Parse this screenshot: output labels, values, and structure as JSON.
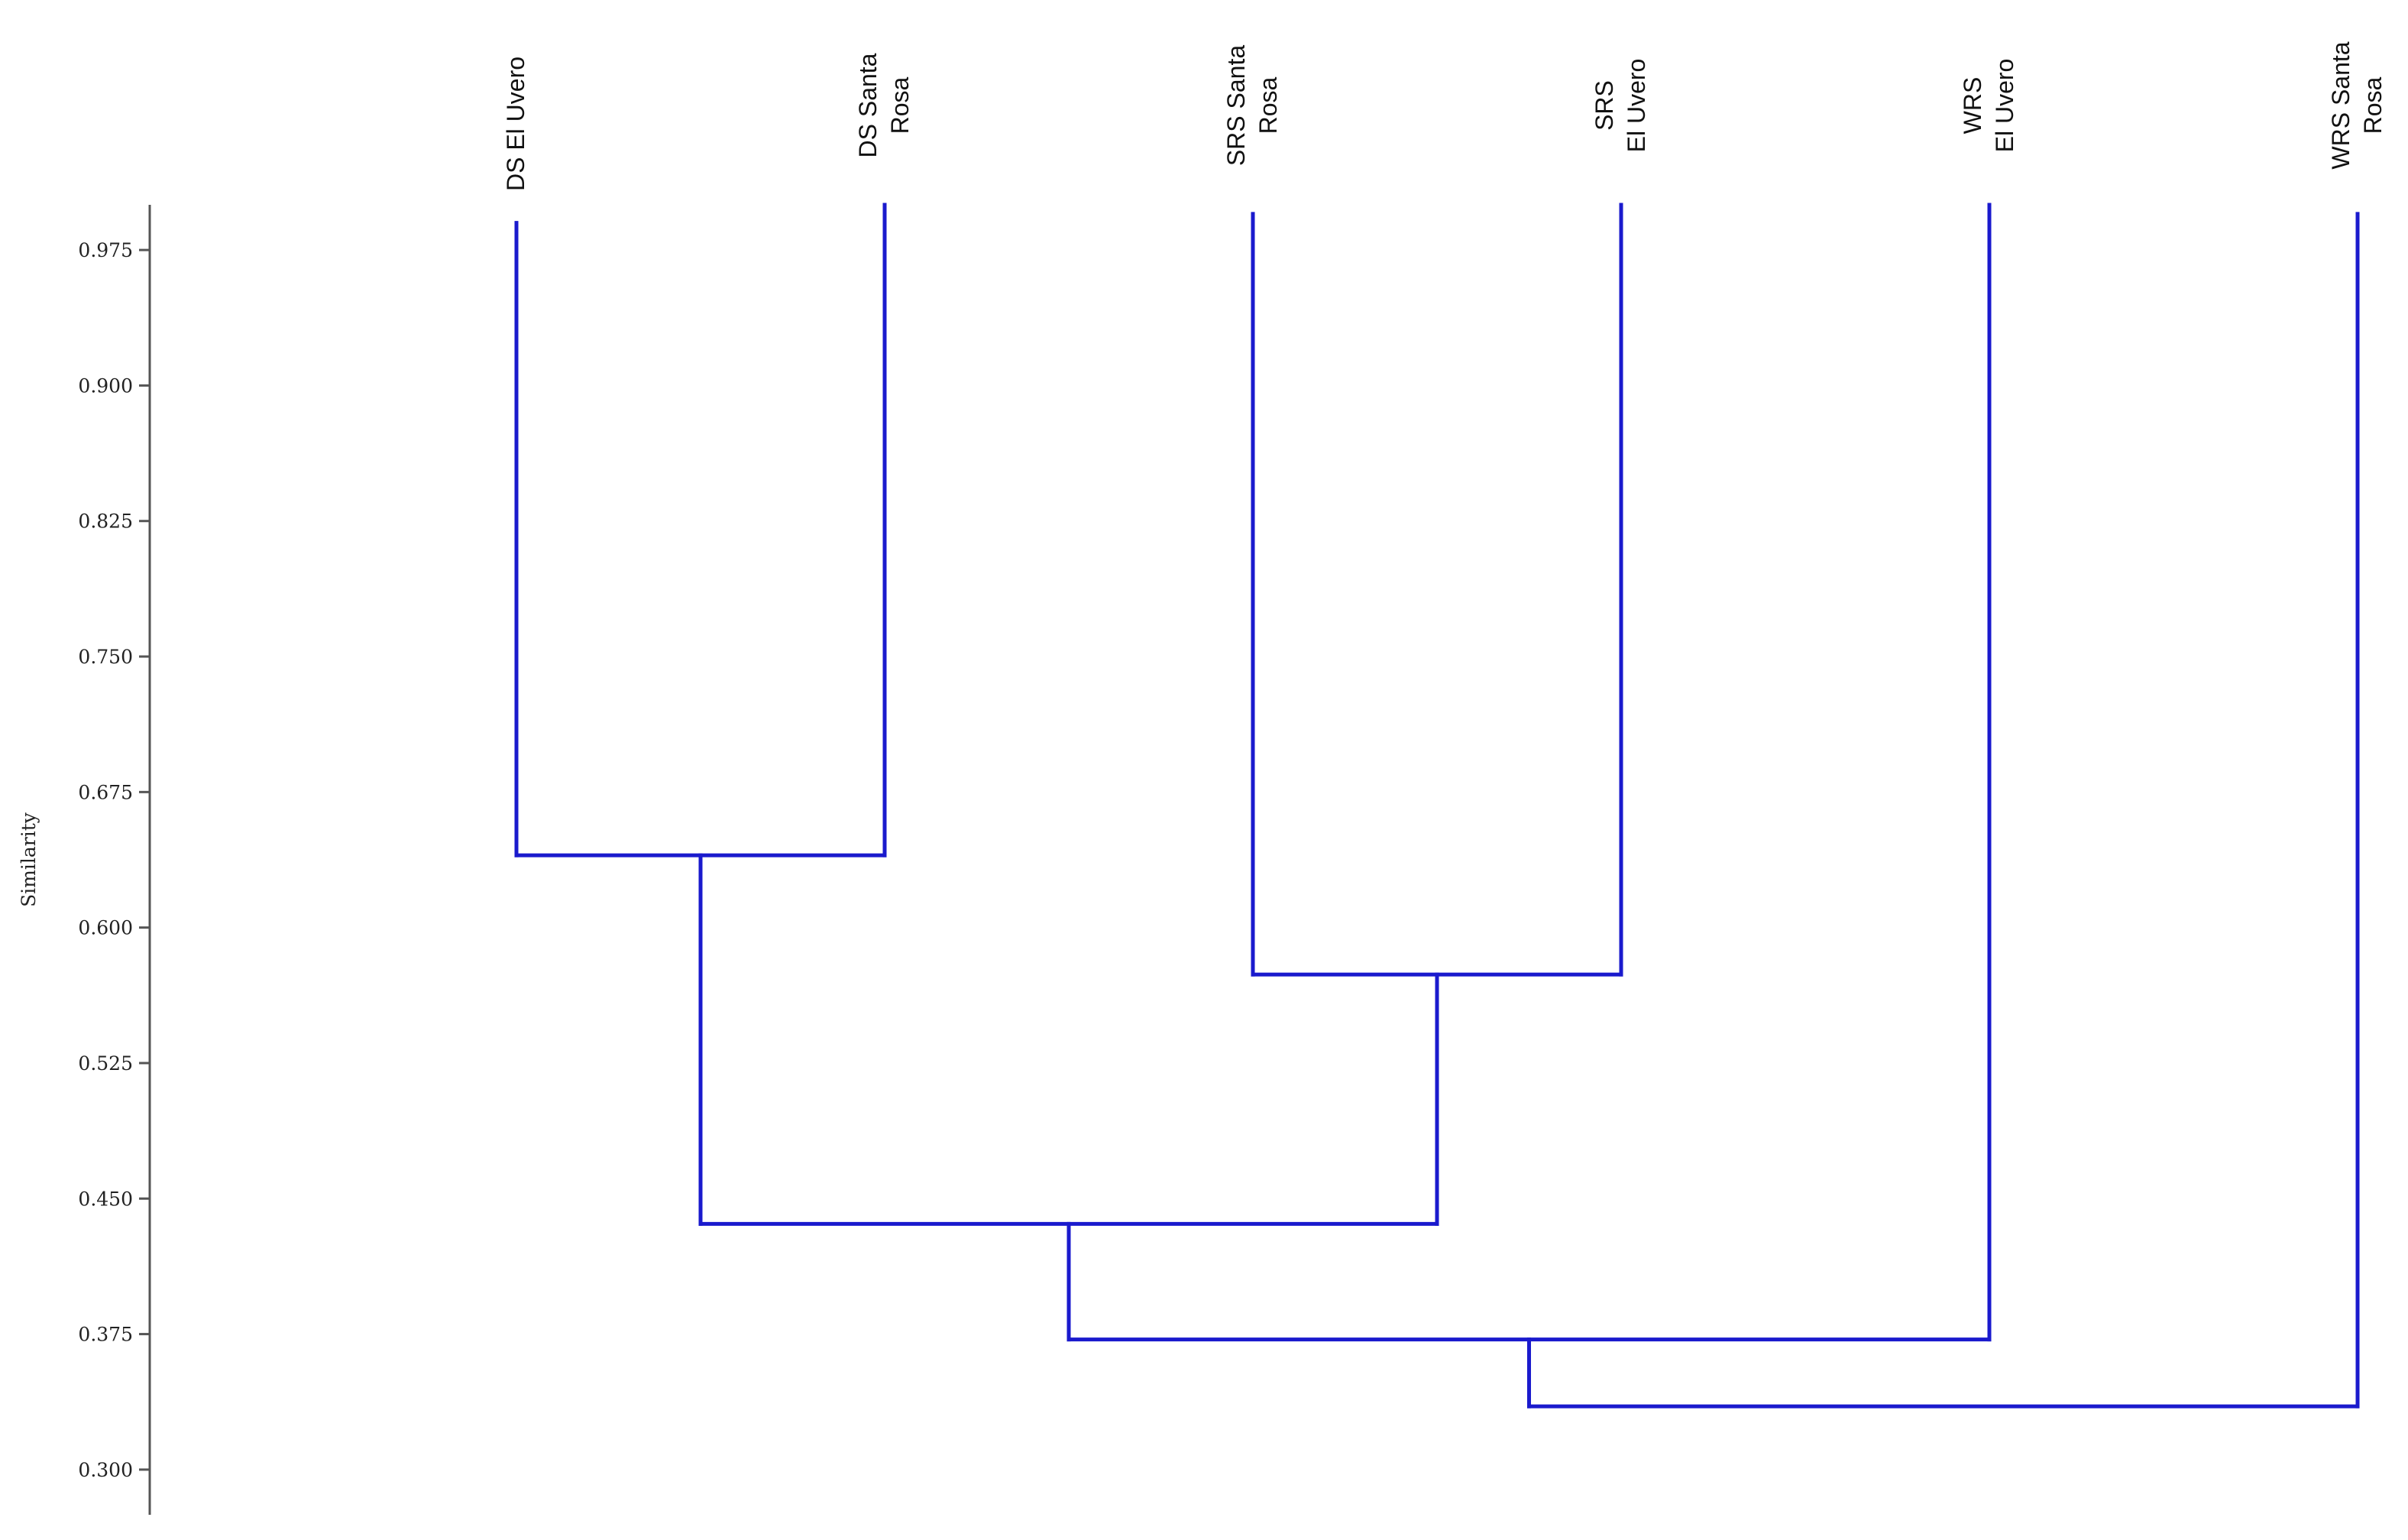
{
  "chart_data": {
    "type": "dendrogram",
    "ylabel": "Similarity",
    "ylim": [
      0.275,
      1.0
    ],
    "yticks": [
      "0.975",
      "0.900",
      "0.825",
      "0.750",
      "0.675",
      "0.600",
      "0.525",
      "0.450",
      "0.375",
      "0.300"
    ],
    "grid": false,
    "leaves": [
      {
        "id": "ds-el-uvero",
        "label_lines": [
          "DS El Uvero"
        ],
        "top": 0.99
      },
      {
        "id": "ds-santa-rosa",
        "label_lines": [
          "DS Santa",
          "Rosa"
        ],
        "top": 1.0
      },
      {
        "id": "srs-santa-rosa",
        "label_lines": [
          "SRS Santa",
          "Rosa"
        ],
        "top": 0.995
      },
      {
        "id": "srs-el-uvero",
        "label_lines": [
          "SRS",
          "El Uvero"
        ],
        "top": 1.0
      },
      {
        "id": "wrs-el-uvero",
        "label_lines": [
          "WRS",
          "El Uvero"
        ],
        "top": 1.0
      },
      {
        "id": "wrs-santa-rosa",
        "label_lines": [
          "WRS Santa",
          "Rosa"
        ],
        "top": 0.995
      }
    ],
    "merges": [
      {
        "id": "m1",
        "left": "ds-el-uvero",
        "right": "ds-santa-rosa",
        "similarity": 0.64
      },
      {
        "id": "m2",
        "left": "srs-santa-rosa",
        "right": "srs-el-uvero",
        "similarity": 0.574
      },
      {
        "id": "m3",
        "left": "m1",
        "right": "m2",
        "similarity": 0.436
      },
      {
        "id": "m4",
        "left": "m3",
        "right": "wrs-el-uvero",
        "similarity": 0.372
      },
      {
        "id": "m5",
        "left": "m4",
        "right": "wrs-santa-rosa",
        "similarity": 0.335
      }
    ],
    "line_color": "#1a1acd",
    "axis_color": "#555555"
  }
}
